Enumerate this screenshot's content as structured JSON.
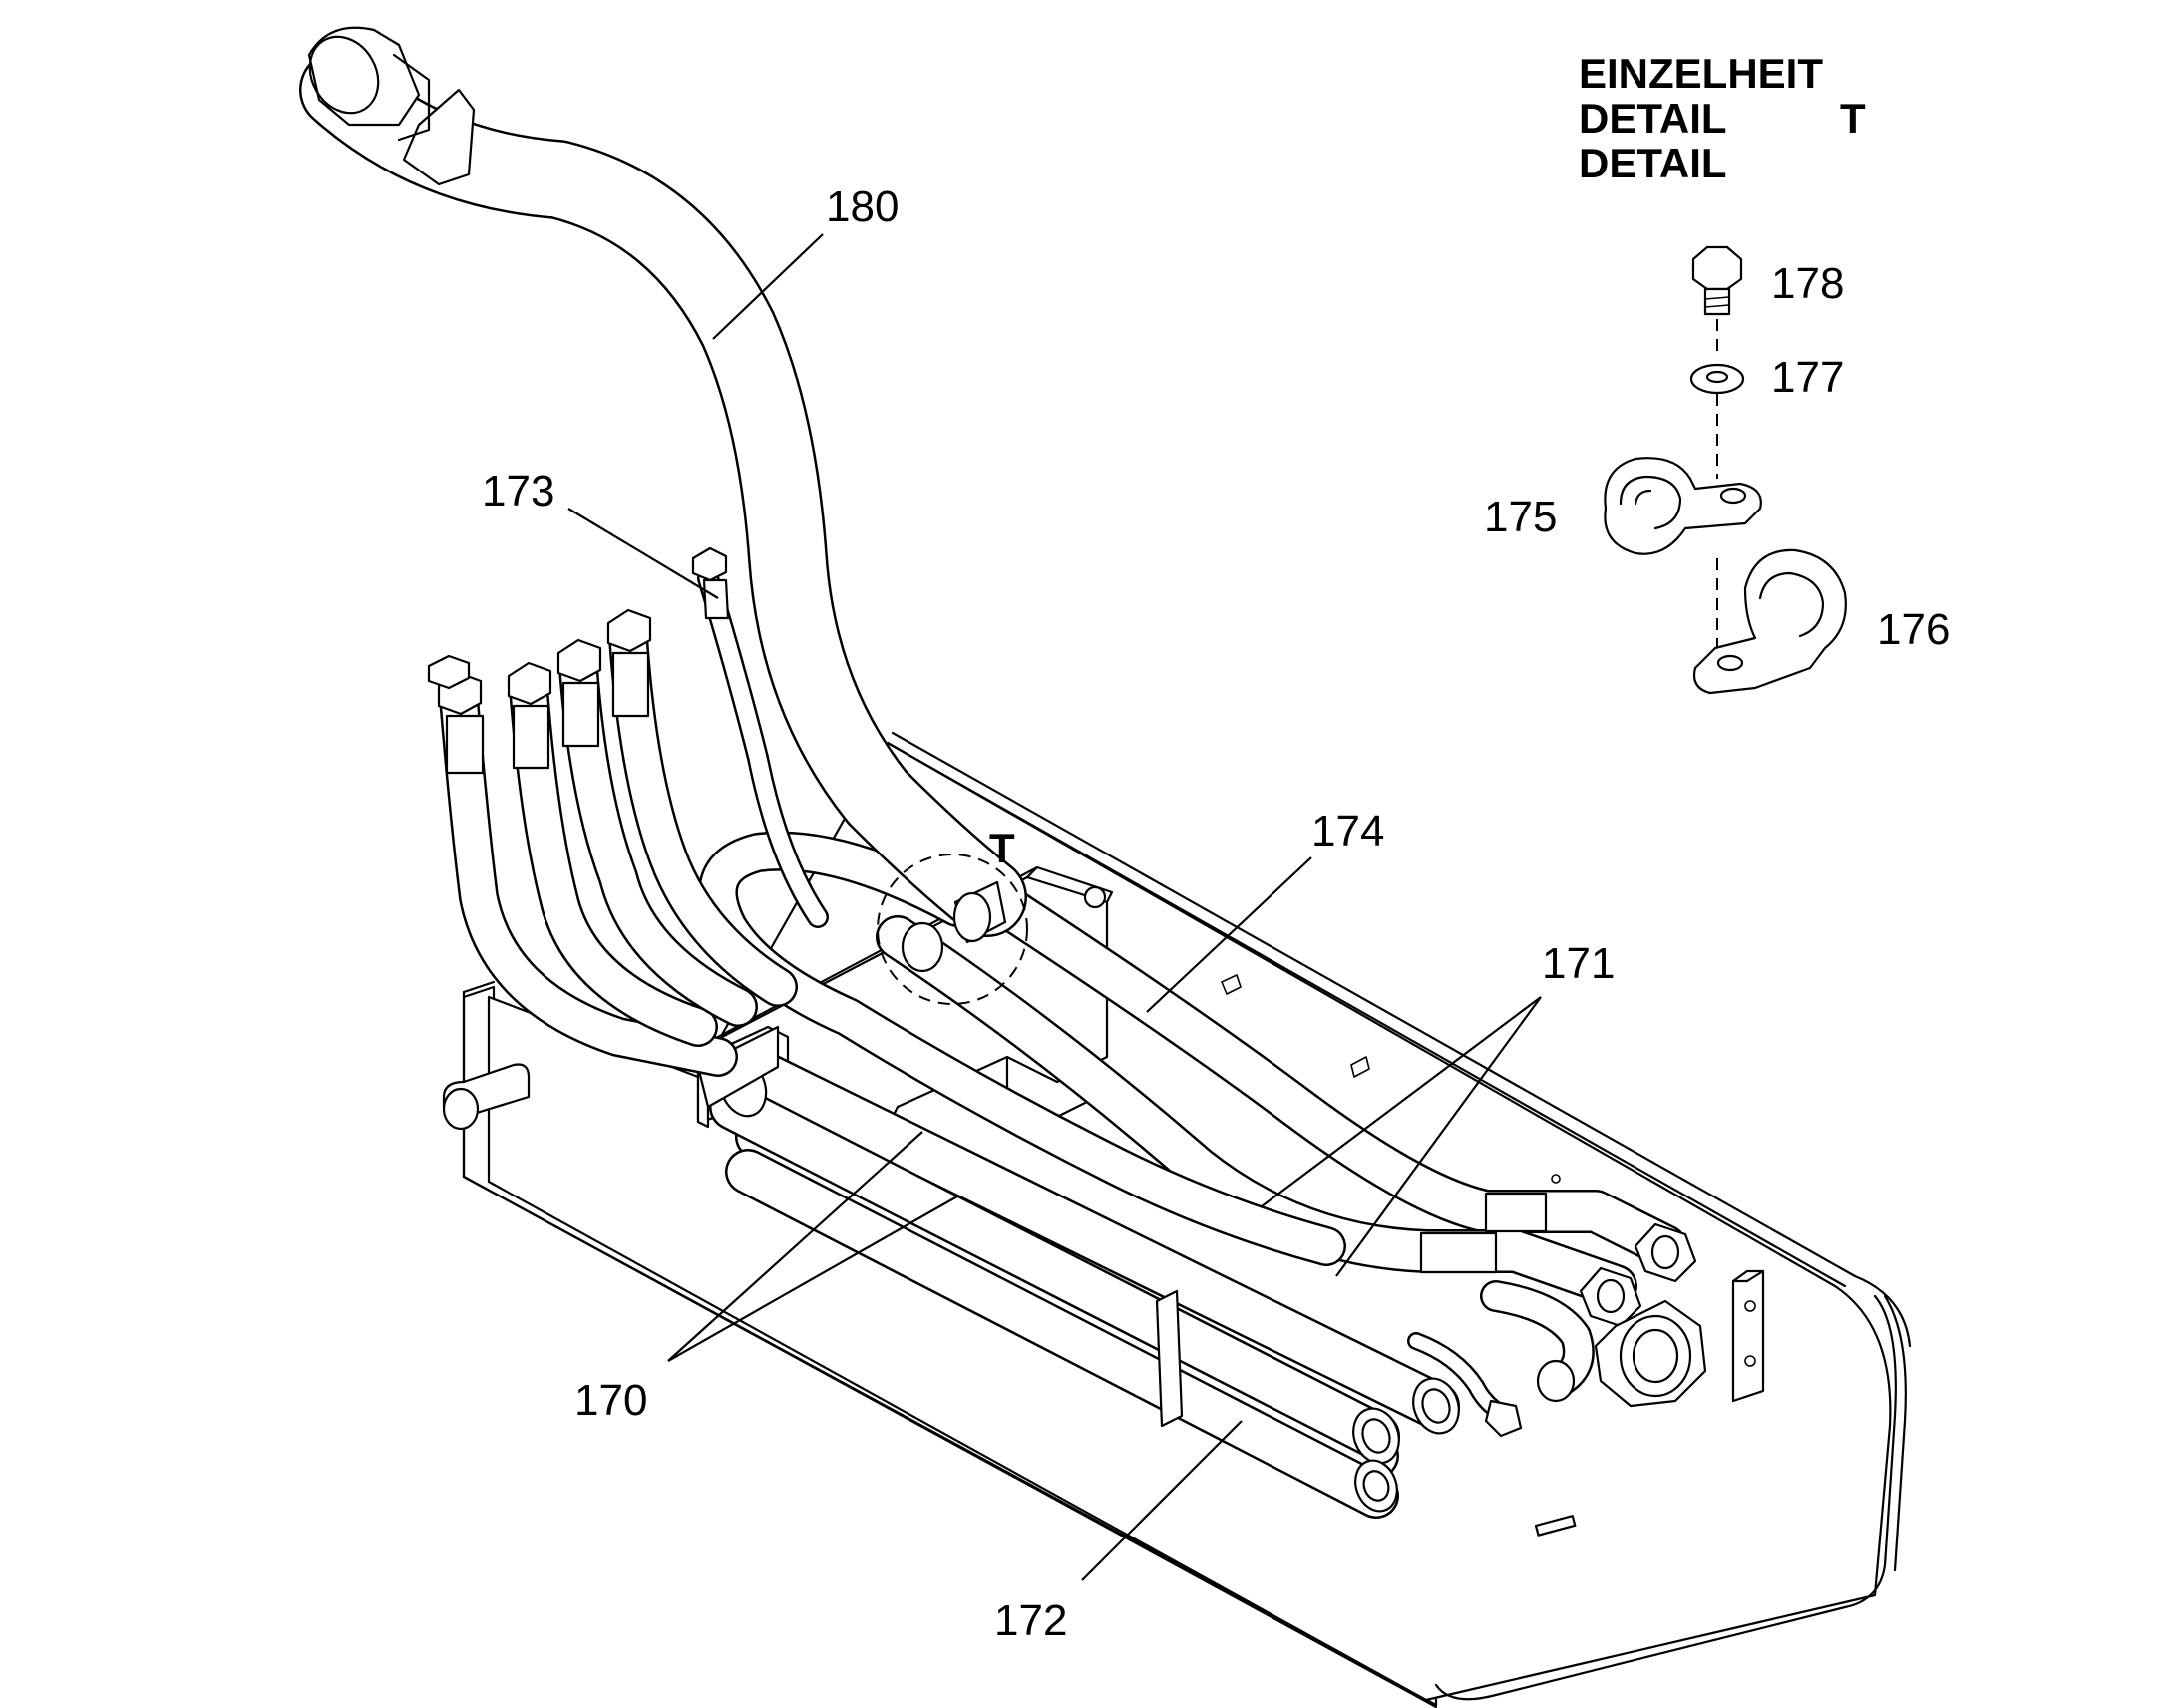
{
  "detail": {
    "line1": "EINZELHEIT",
    "line2": "DETAIL",
    "line3": "DETAIL",
    "marker": "T"
  },
  "detail_view_marker": "T",
  "callouts": {
    "c180": "180",
    "c173": "173",
    "c174": "174",
    "c171": "171",
    "c170": "170",
    "c172": "172",
    "c175": "175",
    "c176": "176",
    "c177": "177",
    "c178": "178"
  }
}
